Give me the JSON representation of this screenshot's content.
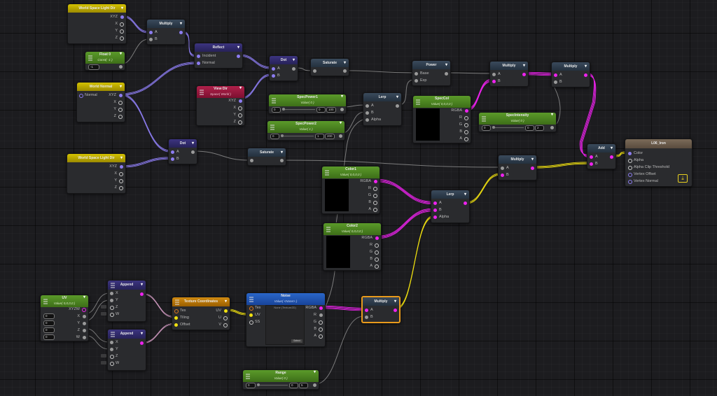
{
  "app": "Shader Graph Editor",
  "nodes": {
    "wsld1": {
      "title": "World Space Light Dir",
      "outputs": [
        "XYZ",
        "X",
        "Y",
        "Z"
      ]
    },
    "multiply1": {
      "title": "Multiply",
      "inputs": [
        "A",
        "B"
      ]
    },
    "float0": {
      "title": "Float 0",
      "subtitle": "Const( -1 )",
      "value": "-1"
    },
    "reflect": {
      "title": "Reflect",
      "inputs": [
        "Incident",
        "Normal"
      ]
    },
    "dot1": {
      "title": "Dot",
      "inputs": [
        "A",
        "B"
      ]
    },
    "saturate1": {
      "title": "Saturate"
    },
    "power": {
      "title": "Power",
      "inputs": [
        "Base",
        "Exp"
      ]
    },
    "multiply2": {
      "title": "Multiply",
      "inputs": [
        "A",
        "B"
      ]
    },
    "multiply3": {
      "title": "Multiply",
      "inputs": [
        "A",
        "B"
      ]
    },
    "worldnormal": {
      "title": "World Normal",
      "input": "Normal",
      "outputs": [
        "XYZ",
        "X",
        "Y",
        "Z"
      ]
    },
    "viewdir": {
      "title": "View Dir",
      "subtitle": "Space( World )",
      "outputs": [
        "XYZ",
        "X",
        "Y",
        "Z"
      ]
    },
    "specpower1": {
      "title": "SpecPower1",
      "subtitle": "Value( 0 )",
      "min": "0",
      "value": "0",
      "max": "100"
    },
    "specpower2": {
      "title": "SpecPower2",
      "subtitle": "Value( 1 )",
      "min": "0",
      "value": "1",
      "max": "200"
    },
    "lerp1": {
      "title": "Lerp",
      "inputs": [
        "A",
        "B",
        "Alpha"
      ]
    },
    "speccol": {
      "title": "SpecCol",
      "subtitle": "Value( 0,0,0,0 )",
      "outputs": [
        "RGBA",
        "R",
        "G",
        "B",
        "A"
      ]
    },
    "specintensity": {
      "title": "SpecIntensity",
      "subtitle": "Value( 0 )",
      "min": "0",
      "value": "0",
      "max": "2"
    },
    "add": {
      "title": "Add",
      "inputs": [
        "A",
        "B"
      ]
    },
    "master": {
      "title": "L06_Iron",
      "inputs": [
        "Color",
        "Alpha",
        "Alpha Clip Threshold",
        "Vertex Offset",
        "Vertex Normal"
      ]
    },
    "wsld2": {
      "title": "World Space Light Dir",
      "outputs": [
        "XYZ",
        "X",
        "Y",
        "Z"
      ]
    },
    "dot2": {
      "title": "Dot",
      "inputs": [
        "A",
        "B"
      ]
    },
    "saturate2": {
      "title": "Saturate"
    },
    "multiply4": {
      "title": "Multiply",
      "inputs": [
        "A",
        "B"
      ]
    },
    "color1": {
      "title": "Color1",
      "subtitle": "Value( 0,0,0,0 )",
      "outputs": [
        "RGBA",
        "R",
        "G",
        "B",
        "A"
      ]
    },
    "color2": {
      "title": "Color2",
      "subtitle": "Value( 0,0,0,0 )",
      "outputs": [
        "RGBA",
        "R",
        "G",
        "B",
        "A"
      ]
    },
    "lerp2": {
      "title": "Lerp",
      "inputs": [
        "A",
        "B",
        "Alpha"
      ]
    },
    "uv": {
      "title": "UV",
      "subtitle": "Value( 0,0,0,0 )",
      "outputs": [
        "XYZW",
        "X",
        "Y",
        "Z",
        "W"
      ],
      "values": [
        "0",
        "0",
        "0",
        "0"
      ]
    },
    "append1": {
      "title": "Append",
      "inputs": [
        "X",
        "Y",
        "Z",
        "W"
      ]
    },
    "append2": {
      "title": "Append",
      "inputs": [
        "X",
        "Y",
        "Z",
        "W"
      ]
    },
    "texcoords": {
      "title": "Texture Coordinates",
      "inputs": [
        "Tex",
        "Tiling",
        "Offset"
      ],
      "outputs": [
        "UV",
        "U",
        "V"
      ]
    },
    "noise": {
      "title": "Noise",
      "subtitle": "Value( <None> )",
      "inputs": [
        "Tex",
        "UV",
        "SS"
      ],
      "outputs": [
        "RGBA",
        "R",
        "G",
        "B",
        "A"
      ],
      "preview_label": "None (Texture2D)",
      "select_label": "Select"
    },
    "multiply5": {
      "title": "Multiply",
      "inputs": [
        "A",
        "B"
      ]
    },
    "range": {
      "title": "Range",
      "subtitle": "Value( 0 )",
      "min": "0",
      "value": "0",
      "max": "5"
    }
  },
  "colors": {
    "vector_wire": "#8c7cf0",
    "color_wire": "#ee22ee",
    "uv_wire": "#f0e010",
    "float_wire": "#9a9a9a",
    "selection": "#e89a1c"
  }
}
